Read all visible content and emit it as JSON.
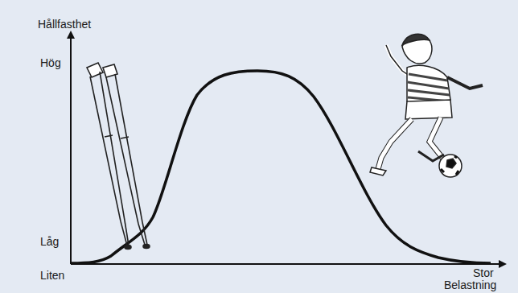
{
  "diagram": {
    "labels": [
      "Hållfasthet",
      "Hög",
      "Låg",
      "Liten",
      "Stor",
      "Belastning"
    ]
  }
}
